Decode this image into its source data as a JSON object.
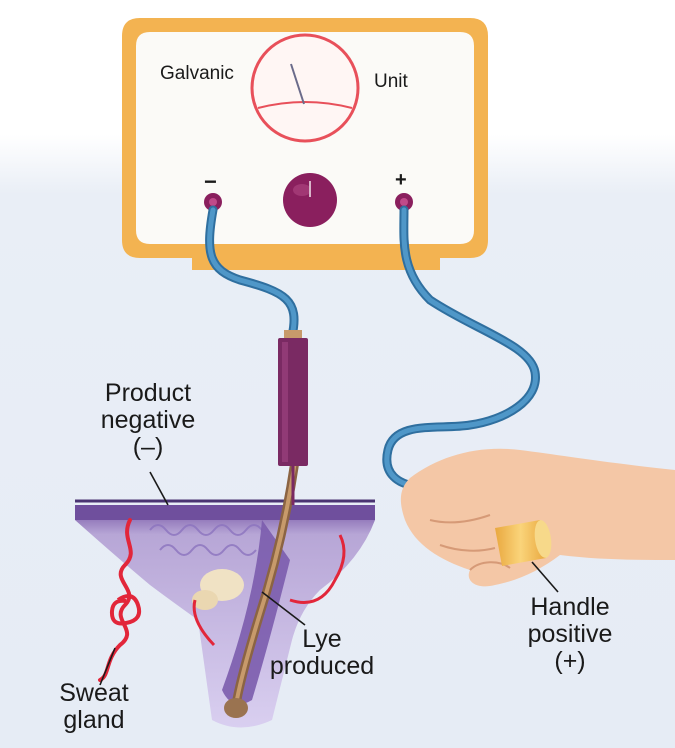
{
  "unit": {
    "label_left": "Galvanic",
    "label_right": "Unit",
    "terminal_negative": "−",
    "terminal_positive": "+"
  },
  "labels": {
    "product_negative": [
      "Product",
      "negative",
      "(–)"
    ],
    "lye_produced": [
      "Lye",
      "produced"
    ],
    "handle_positive": [
      "Handle",
      "positive",
      "(+)"
    ],
    "sweat_gland": [
      "Sweat",
      "gland"
    ]
  },
  "colors": {
    "unit_frame": "#f0a53a",
    "meter_red": "#e8505a",
    "wire_blue": "#3f88bd",
    "terminal": "#8a1f5e",
    "electrode": "#7a2a63",
    "skin": "#8e72b9",
    "hair": "#9a7350",
    "gland": "#e2263a",
    "handle": "#f3c35d"
  }
}
